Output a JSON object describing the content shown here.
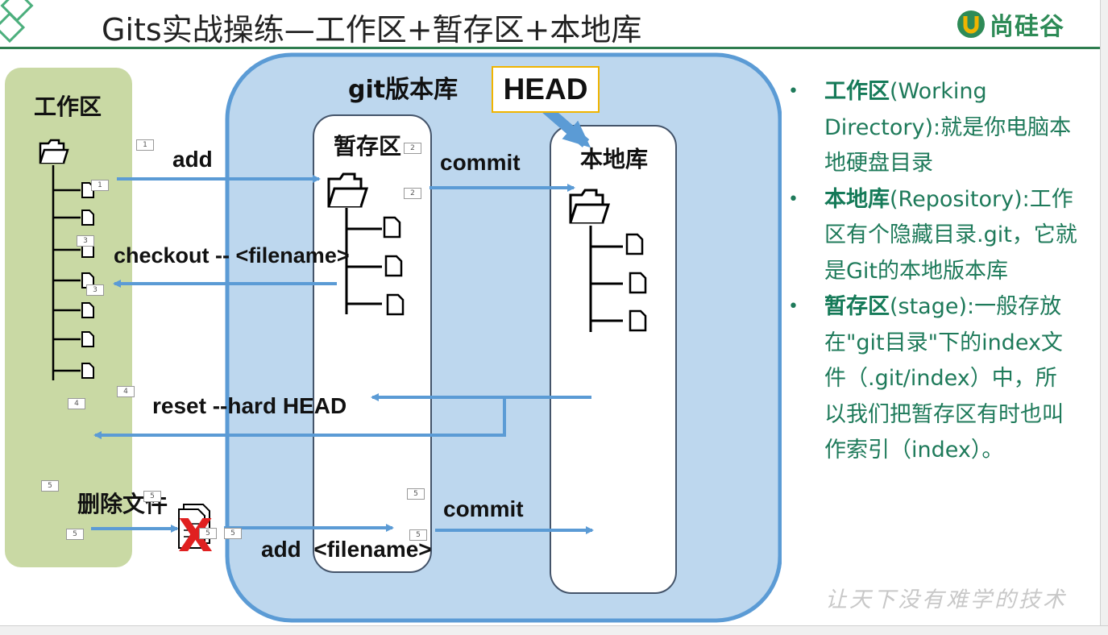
{
  "slide": {
    "title": "Gits实战操练—工作区+暂存区+本地库"
  },
  "logo": {
    "text": "尚硅谷",
    "mark": "U"
  },
  "diagram": {
    "workspace_label": "工作区",
    "repo_label": "git版本库",
    "stage_label": "暂存区",
    "local_repo_label": "本地库",
    "head_label": "HEAD",
    "delete_label": "删除文件",
    "arrows": {
      "add": "add",
      "commit_top": "commit",
      "checkout": "checkout -- <filename>",
      "reset": "reset --hard HEAD",
      "commit_bottom": "commit",
      "add_filename": "add  <filename>"
    },
    "tags": [
      "1",
      "1",
      "2",
      "2",
      "3",
      "3",
      "4",
      "4",
      "5",
      "5",
      "5",
      "5",
      "5",
      "5",
      "5"
    ]
  },
  "bullets": [
    {
      "term": "工作区",
      "text": "(Working Directory):就是你电脑本地硬盘目录"
    },
    {
      "term": "本地库",
      "text": "(Repository):工作区有个隐藏目录.git，它就是Git的本地版本库"
    },
    {
      "term": "暂存区",
      "text": "(stage):一般存放在\"git目录\"下的index文件（.git/index）中，所以我们把暂存区有时也叫作索引（index）。"
    }
  ],
  "slogan": "让天下没有难学的技术",
  "colors": {
    "accent_green": "#2e8b57",
    "text_green": "#1e7a5a",
    "arrow_blue": "#5b9bd5",
    "repo_fill": "#bdd7ee",
    "workspace_fill": "#c9d9a4"
  }
}
